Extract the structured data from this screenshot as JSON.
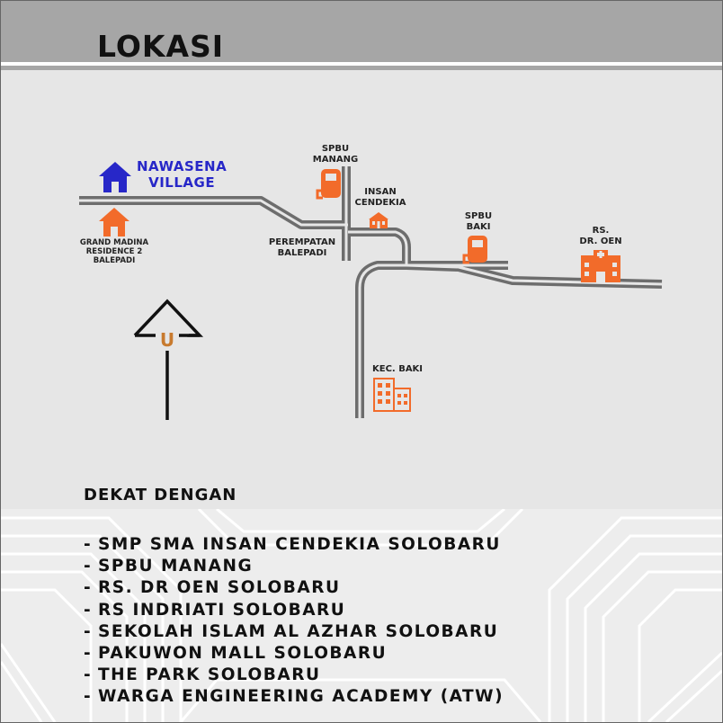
{
  "header": {
    "title": "LOKASI"
  },
  "map": {
    "labels": {
      "nawasena_line1": "NAWASENA",
      "nawasena_line2": "VILLAGE",
      "grand_madina_line1": "GRAND MADINA",
      "grand_madina_line2": "RESIDENCE 2",
      "grand_madina_line3": "BALEPADI",
      "spbu_manang_line1": "SPBU",
      "spbu_manang_line2": "MANANG",
      "insan_line1": "INSAN",
      "insan_line2": "CENDEKIA",
      "perempatan_line1": "PEREMPATAN",
      "perempatan_line2": "BALEPADI",
      "spbu_baki_line1": "SPBU",
      "spbu_baki_line2": "BAKI",
      "rs_line1": "RS.",
      "rs_line2": "DR. OEN",
      "kec_baki": "KEC. BAKI",
      "compass_letter": "U"
    },
    "icons": [
      "home-icon",
      "home-icon",
      "fuel-pump-icon",
      "fuel-pump-icon",
      "school-icon",
      "hospital-icon",
      "office-building-icon",
      "north-arrow-icon"
    ],
    "colors": {
      "accent_orange": "#f26b2a",
      "village_blue": "#2727c8",
      "compass_orange": "#c87a2e",
      "road": "#6d6d6d"
    }
  },
  "nearby": {
    "title": "DEKAT DENGAN",
    "bullet": "-",
    "items": [
      "SMP SMA INSAN CENDEKIA SOLOBARU",
      "SPBU MANANG",
      "RS. DR OEN SOLOBARU",
      "RS INDRIATI SOLOBARU",
      "SEKOLAH ISLAM AL AZHAR SOLOBARU",
      "PAKUWON MALL SOLOBARU",
      "THE PARK SOLOBARU",
      "WARGA ENGINEERING ACADEMY (ATW)"
    ]
  }
}
